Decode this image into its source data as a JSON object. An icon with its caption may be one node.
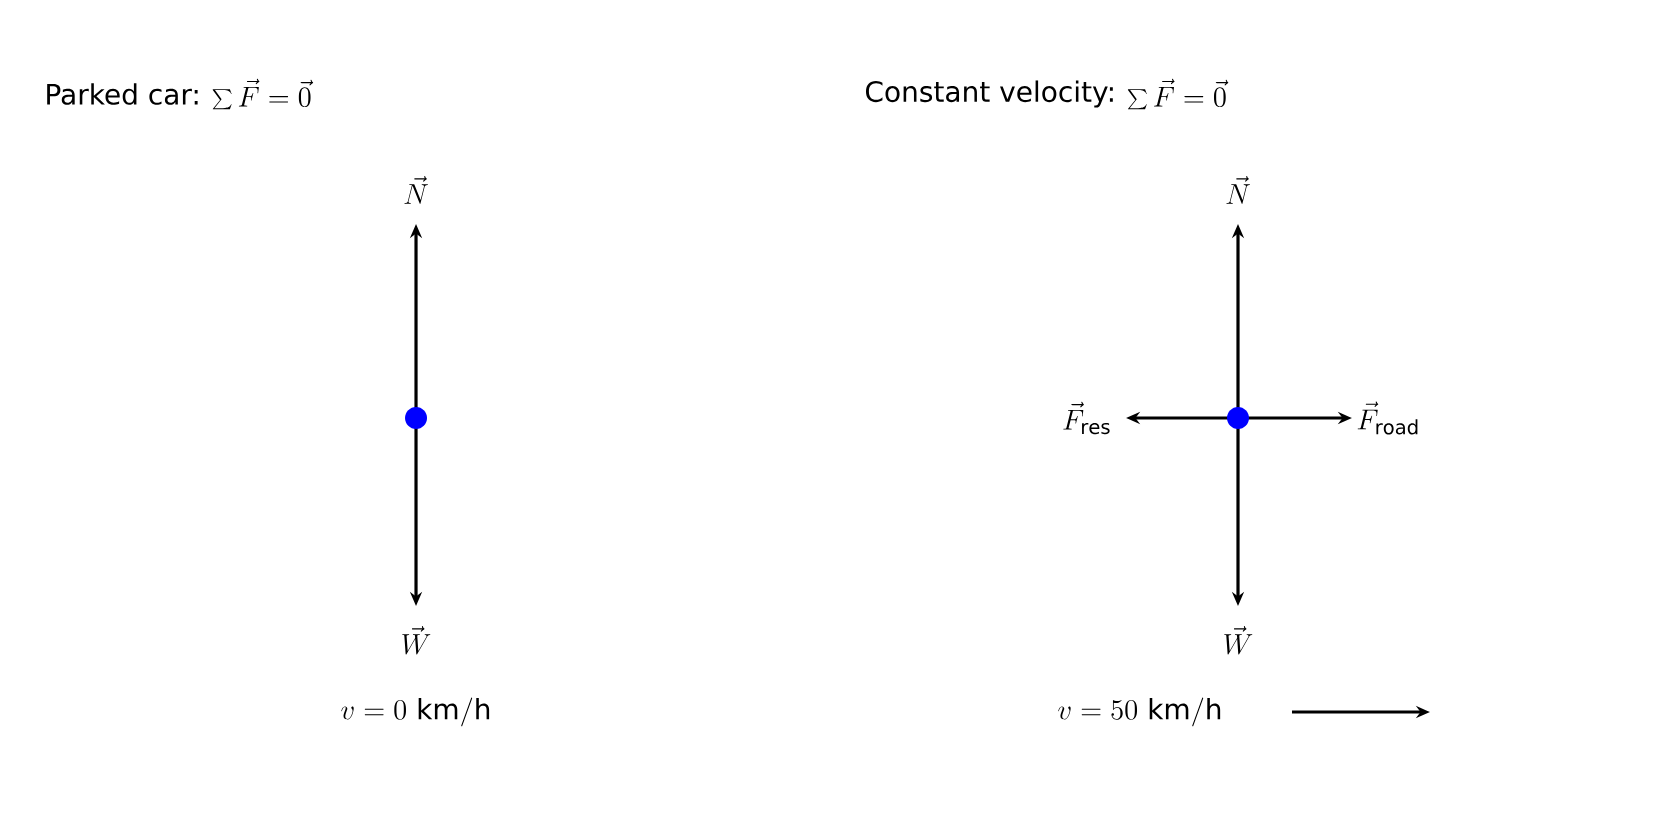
{
  "diagram": {
    "labels": [
      "Parked car:",
      "\\sum\\vec{F}=\\vec{0}",
      "Constant velocity:",
      "\\sum\\vec{F}=\\vec{0}",
      "\\vec{N}",
      "\\vec{N}",
      "\\vec{F}_{\\mathrm{res}}",
      "\\vec{F}_{\\mathrm{road}}",
      "\\vec{W}",
      "\\vec{W}",
      "v = 0\\ \\mathrm{km/h}",
      "v = 50\\ \\mathrm{km/h}"
    ]
  }
}
